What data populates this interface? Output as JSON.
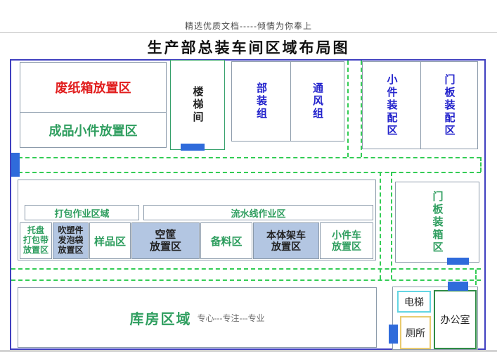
{
  "header": {
    "note": "精选优质文档-----倾情为你奉上",
    "title": "生产部总装车间区域布局图"
  },
  "zones": {
    "waste_carton": "废纸箱放置区",
    "finished_small_parts": "成品小件放置区",
    "stairwell": "楼梯间",
    "sub_assembly": "部装组",
    "ventilation": "通风组",
    "small_parts_assembly": "小件装配区",
    "door_panel_assembly": "门板装配区",
    "packing_operation": "打包作业区域",
    "assembly_line": "流水线作业区",
    "pallet_strap": "托盘\n打包带\n放置区",
    "blow_molding_foam": "吹塑件\n发泡袋\n放置区",
    "sample": "样品区",
    "empty_basket": "空筐\n放置区",
    "material_prep": "备料区",
    "body_rack": "本体架车\n放置区",
    "small_parts_cart": "小件车\n放置区",
    "door_panel_boxing": "门板装箱区",
    "warehouse": "库房区域",
    "warehouse_note": "专心---专注---专业",
    "elevator": "电梯",
    "toilet": "厕所",
    "office": "办公室"
  },
  "colors": {
    "outer_border": "#4040c0",
    "aisle_green": "#33cc55",
    "door_blue": "#2f6bdb",
    "zone_border_grey": "#8c9bab",
    "highlight_fill": "#b3c6e2",
    "label_green": "#2f9e5f",
    "label_red": "#e11d1d",
    "label_blue": "#2323cc",
    "elevator_border": "#63d5e3",
    "toilet_border": "#e9cb6f",
    "office_border": "#2e8b45"
  }
}
